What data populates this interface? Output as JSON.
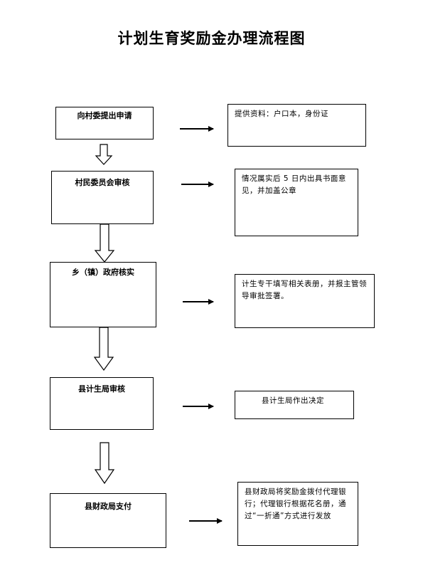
{
  "title": "计划生育奖励金办理流程图",
  "steps": [
    {
      "label": "向村委提出申请",
      "note": "提供资料：户口本，身份证"
    },
    {
      "label": "村民委员会审核",
      "note": "情况属实后 5 日内出具书面意见，并加盖公章"
    },
    {
      "label": "乡（镇）政府核实",
      "note": "计生专干填写相关表册，并报主管领导审批签署。"
    },
    {
      "label": "县计生局审核",
      "note": "县计生局作出决定"
    },
    {
      "label": "县财政局支付",
      "note": "县财政局将奖励金拨付代理银行；代理银行根据花名册，通过“一折通”方式进行发放"
    }
  ]
}
